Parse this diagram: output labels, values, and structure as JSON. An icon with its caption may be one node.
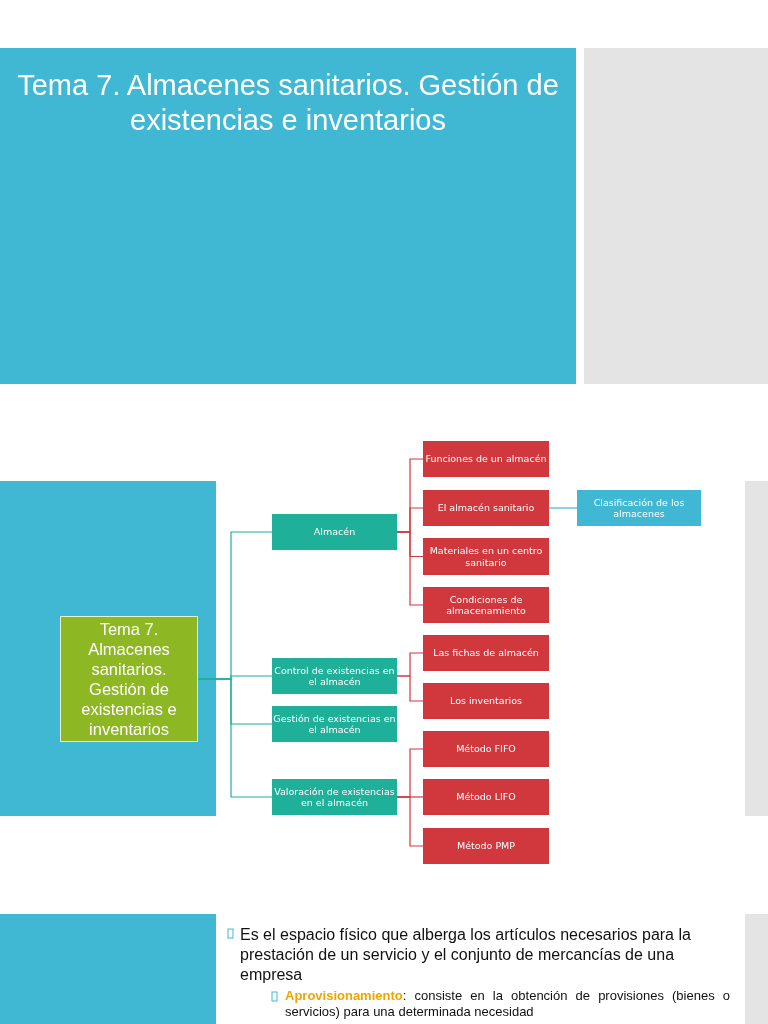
{
  "diagram": {
    "title": "Tema 7. Almacenes sanitarios. Gestión de existencias e inventarios",
    "nodes": [
      {
        "text": [
          "Tema 7. Almacenes sanitarios. Gestión de existencias e inventarios"
        ]
      },
      {
        "text": [
          "Almacén"
        ]
      },
      {
        "text": [
          "Control de existencias en el almacén"
        ]
      },
      {
        "text": [
          "Gestión de existencias en el almacén"
        ]
      },
      {
        "text": [
          "Valoración de existencias en el almacén"
        ]
      },
      {
        "text": [
          "Funciones de un almacén"
        ]
      },
      {
        "text": [
          "El almacén sanitario"
        ]
      },
      {
        "text": [
          "Materiales en un centro sanitario"
        ]
      },
      {
        "text": [
          "Condiciones de almacenamiento"
        ]
      },
      {
        "text": [
          "Clasificación de los almacenes"
        ]
      },
      {
        "text": [
          "Las fichas de almacén"
        ]
      },
      {
        "text": [
          "Los inventarios"
        ]
      },
      {
        "text": [
          "Método FIFO"
        ]
      },
      {
        "text": [
          "Método LIFO"
        ]
      },
      {
        "text": [
          "Método PMP"
        ]
      }
    ],
    "edges": [
      {
        "from": 0,
        "to": 1,
        "arrow": "none",
        "color": "#1fb09a"
      },
      {
        "from": 0,
        "to": 2,
        "arrow": "none",
        "color": "#1fb09a"
      },
      {
        "from": 0,
        "to": 3,
        "arrow": "none",
        "color": "#1fb09a"
      },
      {
        "from": 0,
        "to": 4,
        "arrow": "none",
        "color": "#1fb09a"
      },
      {
        "from": 1,
        "to": 5,
        "arrow": "none"
      },
      {
        "from": 1,
        "to": 6,
        "arrow": "none"
      },
      {
        "from": 1,
        "to": 7,
        "arrow": "none"
      },
      {
        "from": 1,
        "to": 8,
        "arrow": "none"
      },
      {
        "from": 6,
        "to": 9,
        "arrow": "none",
        "color": "#40b8d4"
      },
      {
        "from": 2,
        "to": 10,
        "arrow": "none"
      },
      {
        "from": 2,
        "to": 11,
        "arrow": "none"
      },
      {
        "from": 4,
        "to": 12,
        "arrow": "none"
      },
      {
        "from": 4,
        "to": 13,
        "arrow": "none"
      },
      {
        "from": 4,
        "to": 14,
        "arrow": "none"
      }
    ],
    "labels": [
      "Es el espacio físico que alberga los artículos necesarios para la prestación de un servicio y el conjunto de mercancías de una empresa",
      "**Aprovisionamiento**: consiste en la obtención de provisiones (bienes o servicios) para una determinada necesidad"
    ]
  }
}
